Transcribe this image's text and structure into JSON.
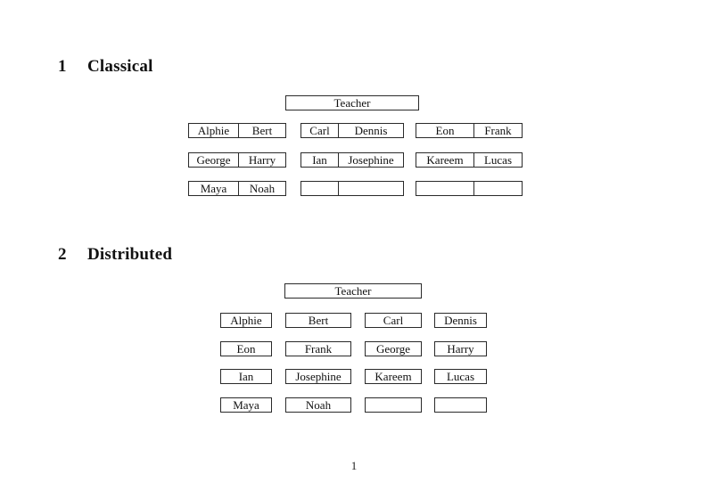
{
  "page": {
    "number": "1"
  },
  "sections": [
    {
      "number": "1",
      "title": "Classical",
      "teacher": "Teacher",
      "desks": [
        [
          [
            "Alphie",
            "Bert"
          ],
          [
            "Carl",
            "Dennis"
          ],
          [
            "Eon",
            "Frank"
          ]
        ],
        [
          [
            "George",
            "Harry"
          ],
          [
            "Ian",
            "Josephine"
          ],
          [
            "Kareem",
            "Lucas"
          ]
        ],
        [
          [
            "Maya",
            "Noah"
          ],
          [
            "",
            ""
          ],
          [
            "",
            ""
          ]
        ]
      ]
    },
    {
      "number": "2",
      "title": "Distributed",
      "teacher": "Teacher",
      "desks": [
        [
          "Alphie",
          "Bert",
          "Carl",
          "Dennis"
        ],
        [
          "Eon",
          "Frank",
          "George",
          "Harry"
        ],
        [
          "Ian",
          "Josephine",
          "Kareem",
          "Lucas"
        ],
        [
          "Maya",
          "Noah",
          "",
          ""
        ]
      ]
    }
  ]
}
